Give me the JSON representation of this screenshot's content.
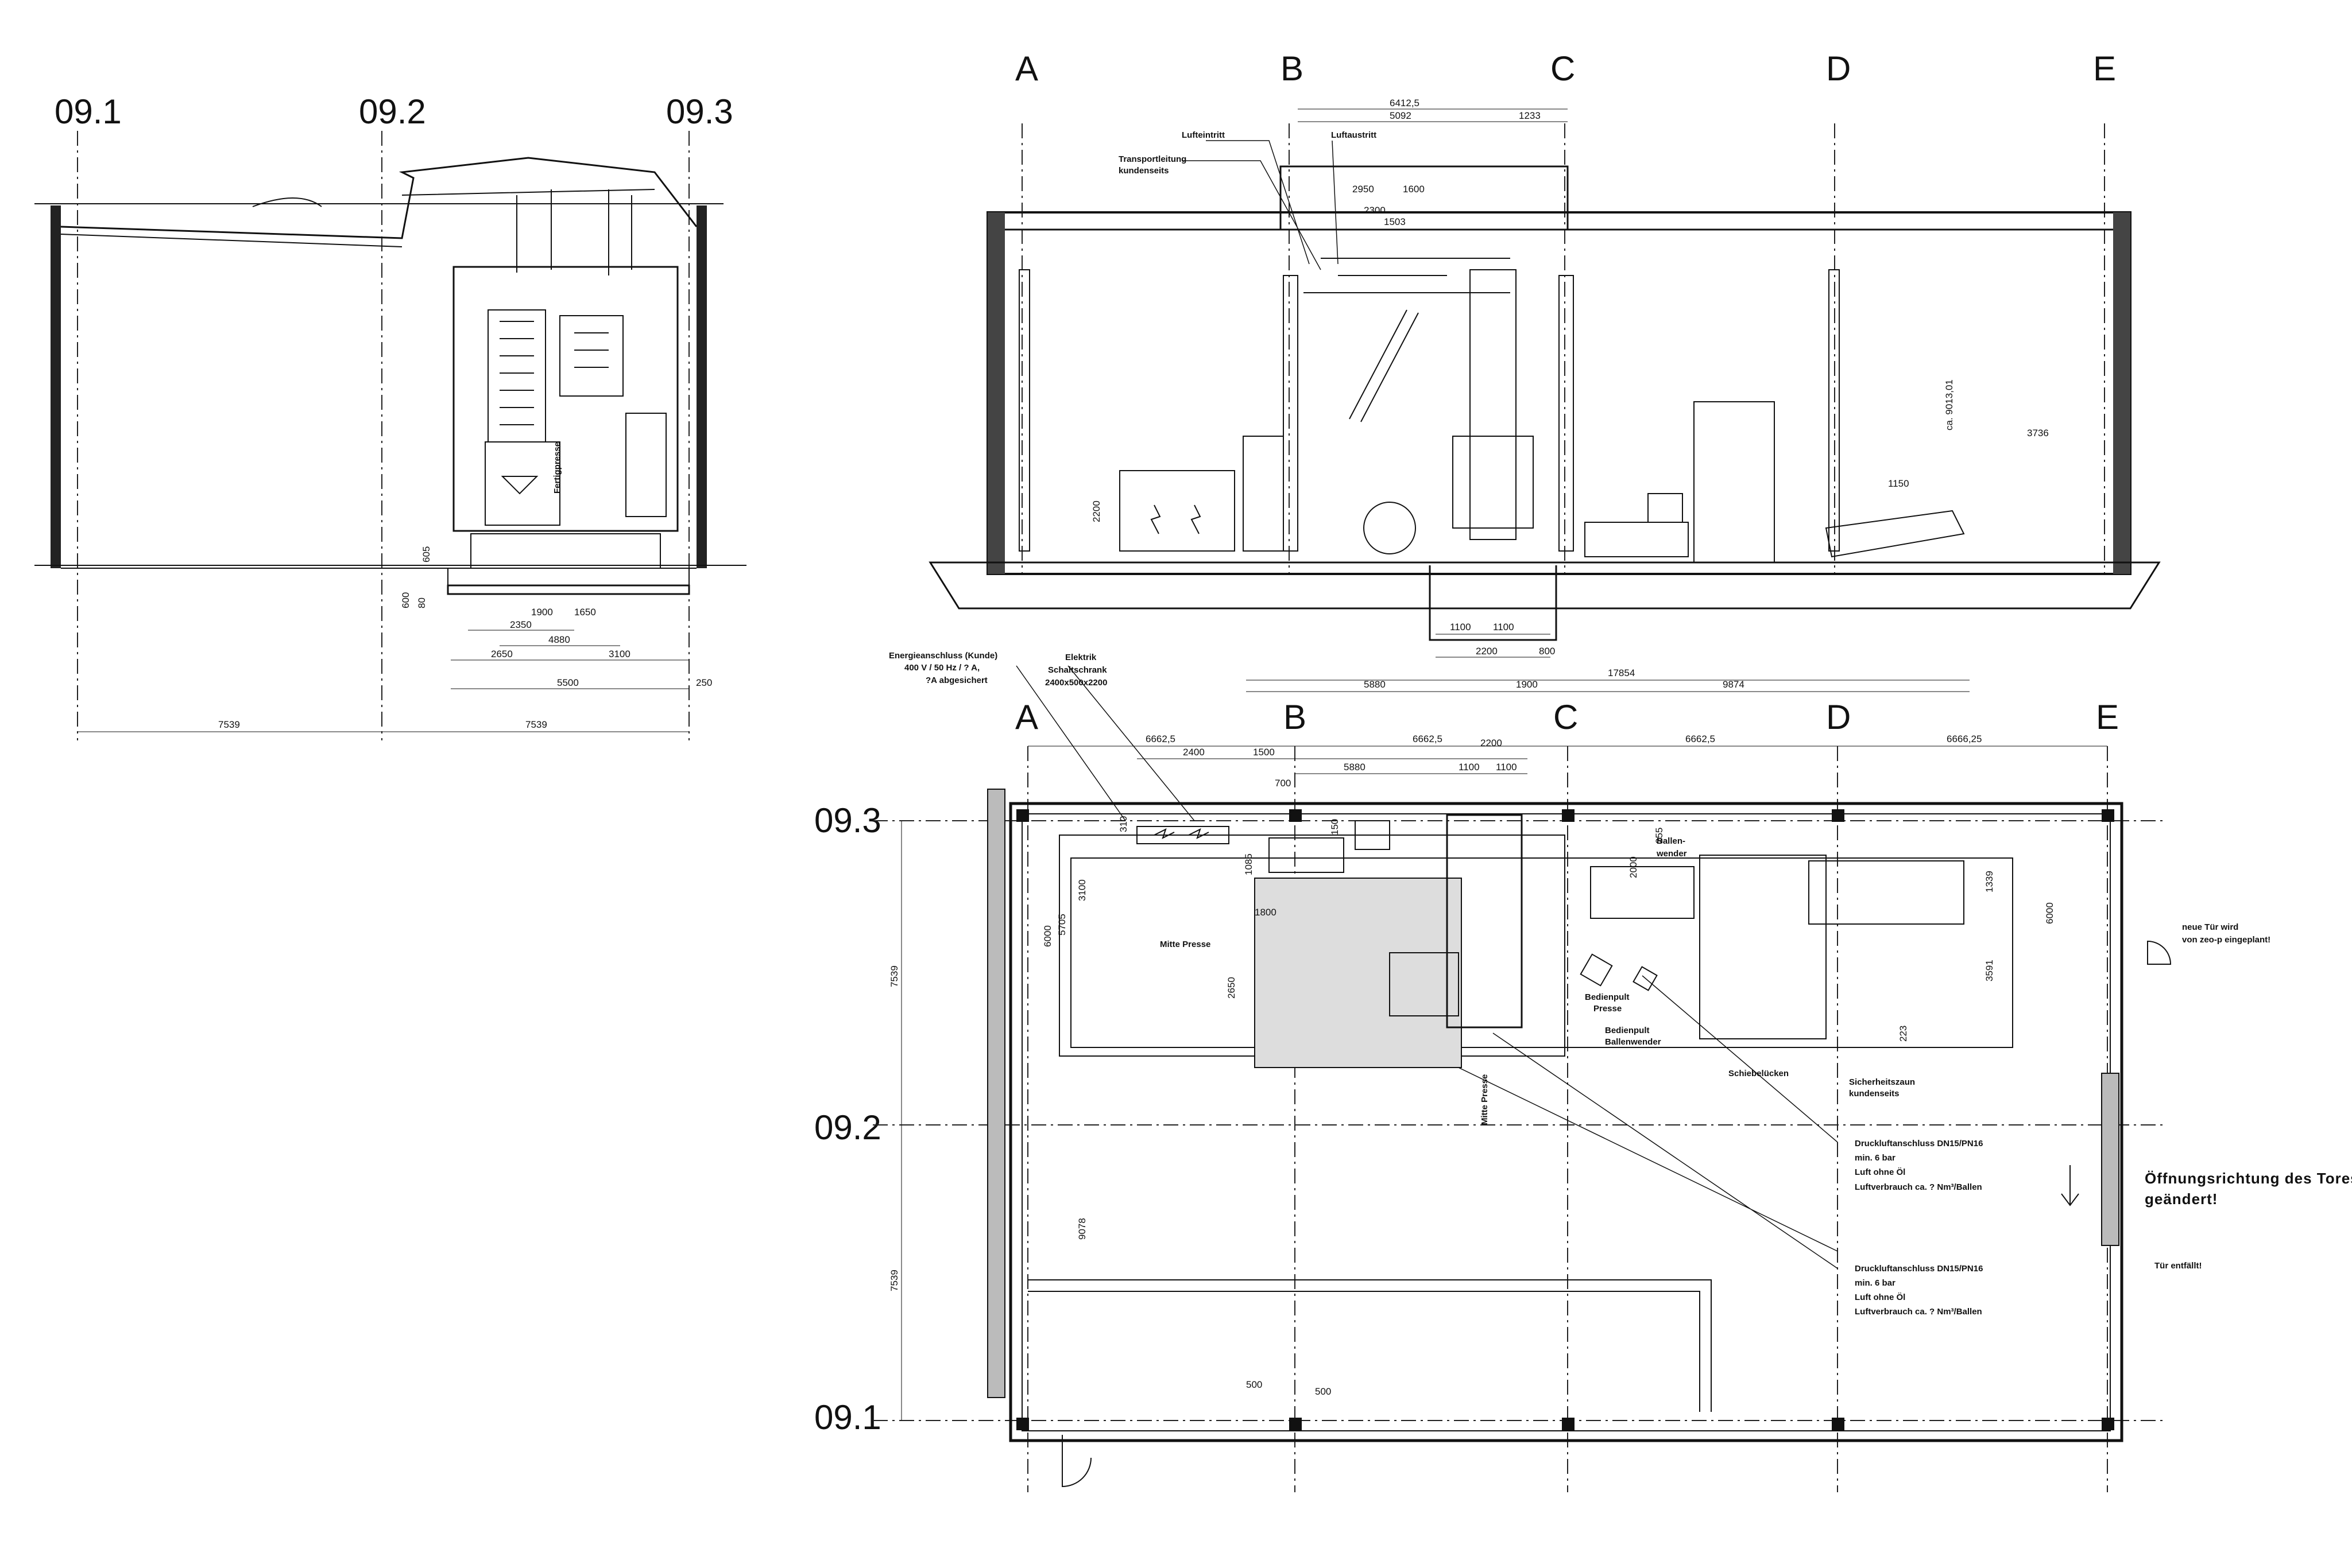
{
  "grid": {
    "columns": [
      "A",
      "B",
      "C",
      "D",
      "E"
    ],
    "rows": [
      "09.1",
      "09.2",
      "09.3"
    ]
  },
  "side_view": {
    "axis_labels": [
      "09.1",
      "09.2",
      "09.3"
    ],
    "text_fertigpresse": "Fertigpresse",
    "dims": {
      "d605": "605",
      "d600": "600",
      "d80": "80",
      "d1900": "1900",
      "d1650": "1650",
      "d2350": "2350",
      "d4880": "4880",
      "d2650": "2650",
      "d3100": "3100",
      "d5500": "5500",
      "d250": "250",
      "d7539a": "7539",
      "d7539b": "7539"
    }
  },
  "section_view": {
    "labels": {
      "transport": "Transportleitung",
      "transport2": "kundenseits",
      "lufteintritt": "Lufteintritt",
      "luftaustritt": "Luftaustritt"
    },
    "dims": {
      "d6412": "6412,5",
      "d5092": "5092",
      "d1233": "1233",
      "d2950": "2950",
      "d1600": "1600",
      "d2300": "2300",
      "d1503": "1503",
      "d9013": "ca. 9013,01",
      "d3736": "3736",
      "d1150": "1150",
      "d2200v": "2200",
      "d1100a": "1100",
      "d1100b": "1100",
      "d2200": "2200",
      "d800": "800"
    }
  },
  "plan_view": {
    "callouts": {
      "energie1": "Energieanschluss (Kunde)",
      "energie2": "400 V / 50 Hz / ? A,",
      "energie3": "?A abgesichert",
      "elektrik1": "Elektrik",
      "elektrik2": "Schaltschrank",
      "elektrik3": "2400x500x2200",
      "ballenwender1": "Ballen-",
      "ballenwender2": "wender",
      "mitte_presse": "Mitte Presse",
      "mitte_presse_v": "Mitte Presse",
      "bedienpult1": "Bedienpult",
      "bedienpult2": "Presse",
      "bedienpult3": "Bedienpult",
      "bedienpult4": "Ballenwender",
      "schiebeluecken": "Schiebelücken",
      "sicherheitszaun1": "Sicherheitszaun",
      "sicherheitszaun2": "kundenseits",
      "druckluft1": "Druckluftanschluss DN15/PN16",
      "druckluft1_l2": "min. 6 bar",
      "druckluft1_l3": "Luft ohne Öl",
      "druckluft1_l4": "Luftverbrauch ca. ? Nm³/Ballen",
      "druckluft2": "Druckluftanschluss DN15/PN16",
      "druckluft2_l2": "min. 6 bar",
      "druckluft2_l3": "Luft ohne Öl",
      "druckluft2_l4": "Luftverbrauch ca. ? Nm³/Ballen",
      "tor_note1": "Öffnungsrichtung des Tores",
      "tor_note2": "geändert!",
      "neue_tuer1": "neue Tür wird",
      "neue_tuer2": "von zeo-p eingeplant!",
      "tuer_entfaellt": "Tür entfällt!"
    },
    "dims": {
      "d17854": "17854",
      "d5880a": "5880",
      "d1900": "1900",
      "d9874": "9874",
      "d6662a": "6662,5",
      "d6662b": "6662,5",
      "d6662c": "6662,5",
      "d6666": "6666,25",
      "d2400": "2400",
      "d1500": "1500",
      "d700": "700",
      "d2200": "2200",
      "d5880b": "5880",
      "d1100a": "1100",
      "d1100b": "1100",
      "d310": "310",
      "d150": "150",
      "d1085": "1085",
      "d6000l": "6000",
      "d5705": "5705",
      "d3100": "3100",
      "d2650": "2650",
      "d1800": "1800",
      "d2000": "2000",
      "d255": "255",
      "d1339": "1339",
      "d6000r": "6000",
      "d3591": "3591",
      "d223": "223",
      "d7539a": "7539",
      "d7539b": "7539",
      "d9078": "9078",
      "d500a": "500",
      "d500b": "500"
    }
  }
}
